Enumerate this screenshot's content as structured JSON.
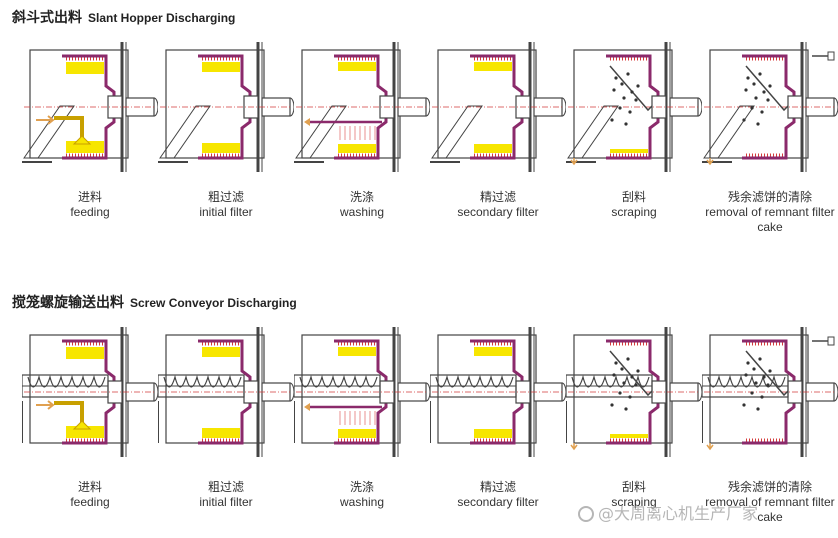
{
  "rows": [
    {
      "title_cn": "斜斗式出料",
      "title_en": "Slant Hopper Discharging",
      "type": "hopper",
      "steps": [
        {
          "cn": "进料",
          "en": "feeding",
          "kind": "feeding"
        },
        {
          "cn": "粗过滤",
          "en": "initial filter",
          "kind": "initial"
        },
        {
          "cn": "洗涤",
          "en": "washing",
          "kind": "washing"
        },
        {
          "cn": "精过滤",
          "en": "secondary filter",
          "kind": "secondary"
        },
        {
          "cn": "刮料",
          "en": "scraping",
          "kind": "scraping"
        },
        {
          "cn": "残余滤饼的清除",
          "en": "removal of remnant filter cake",
          "kind": "removal"
        }
      ]
    },
    {
      "title_cn": "搅笼螺旋输送出料",
      "title_en": "Screw Conveyor Discharging",
      "type": "screw",
      "steps": [
        {
          "cn": "进料",
          "en": "feeding",
          "kind": "feeding"
        },
        {
          "cn": "粗过滤",
          "en": "initial filter",
          "kind": "initial"
        },
        {
          "cn": "洗涤",
          "en": "washing",
          "kind": "washing"
        },
        {
          "cn": "精过滤",
          "en": "secondary filter",
          "kind": "secondary"
        },
        {
          "cn": "刮料",
          "en": "scraping",
          "kind": "scraping"
        },
        {
          "cn": "残余滤饼的清除",
          "en": "removal of remnant filter cake",
          "kind": "removal"
        }
      ]
    }
  ],
  "colors": {
    "cake": "#f7e600",
    "drum": "#8b2a6b",
    "screen": "#d43b3b",
    "arrow": "#e0a050",
    "line": "#444444",
    "mist": "#e89090"
  },
  "watermark": "@大周离心机生产厂家"
}
